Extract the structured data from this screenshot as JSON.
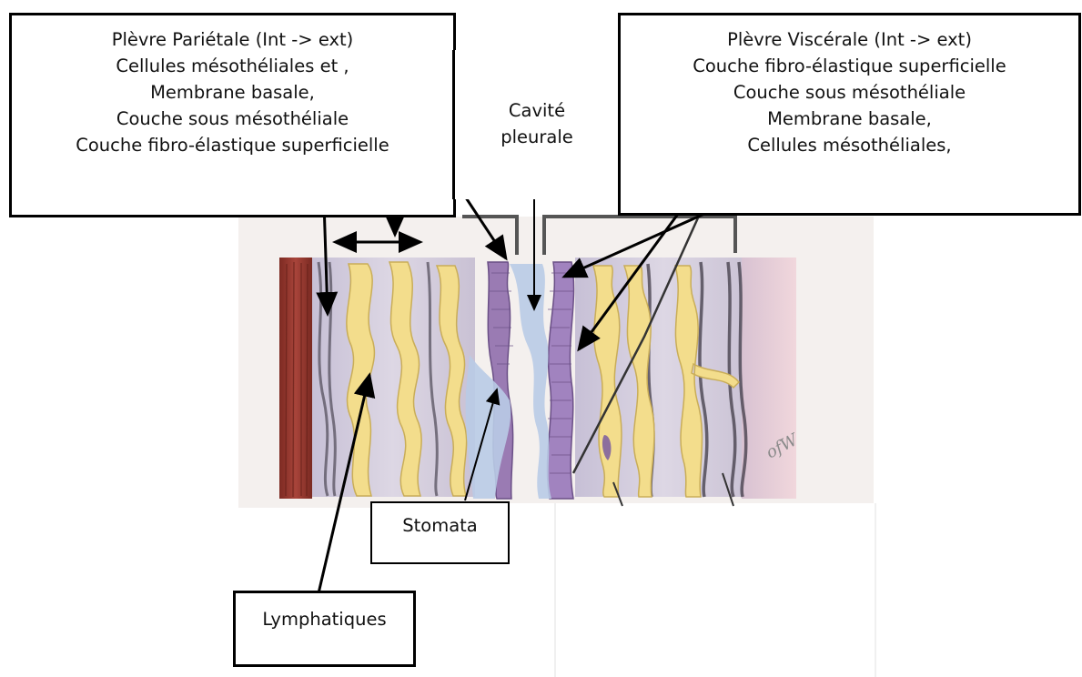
{
  "figure": {
    "parietal_label": {
      "lines": [
        "Plèvre Pariétale (Int -> ext)",
        "Cellules mésothéliales et ,",
        "Membrane basale,",
        "Couche sous  mésothéliale",
        "Couche fibro-élastique superficielle"
      ]
    },
    "visceral_label": {
      "lines": [
        "Plèvre Viscérale (Int -> ext)",
        "Couche fibro-élastique superficielle",
        "Couche sous  mésothéliale",
        "Membrane basale,",
        "Cellules mésothéliales,"
      ]
    },
    "cavity_label": {
      "lines": [
        "Cavité",
        "pleurale"
      ]
    },
    "stomata_label": "Stomata",
    "lymphatics_label": "Lymphatiques",
    "signature": "ofW",
    "colors": {
      "muscle": "#9b3a2e",
      "lymphatic": "#f3dd8c",
      "connective_tissue": "#cfc8d8",
      "mesothelium": "#9a7bb3",
      "pleural_fluid": "#b9cbe6",
      "lung_tissue": "#e6c6cf"
    }
  }
}
